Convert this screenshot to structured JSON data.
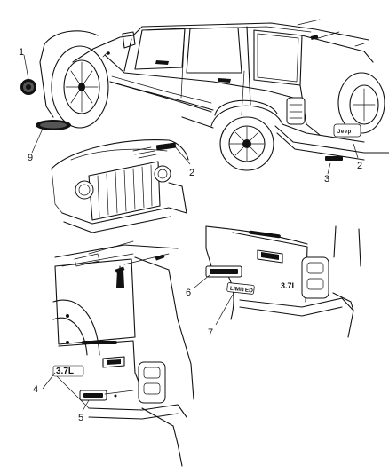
{
  "diagram": {
    "callouts": [
      "1",
      "2",
      "2",
      "3",
      "4",
      "5",
      "6",
      "7",
      "9"
    ],
    "badges": {
      "logo": "Jeep",
      "displacement": "3.7L",
      "trim_limited": "LIMITED"
    }
  }
}
